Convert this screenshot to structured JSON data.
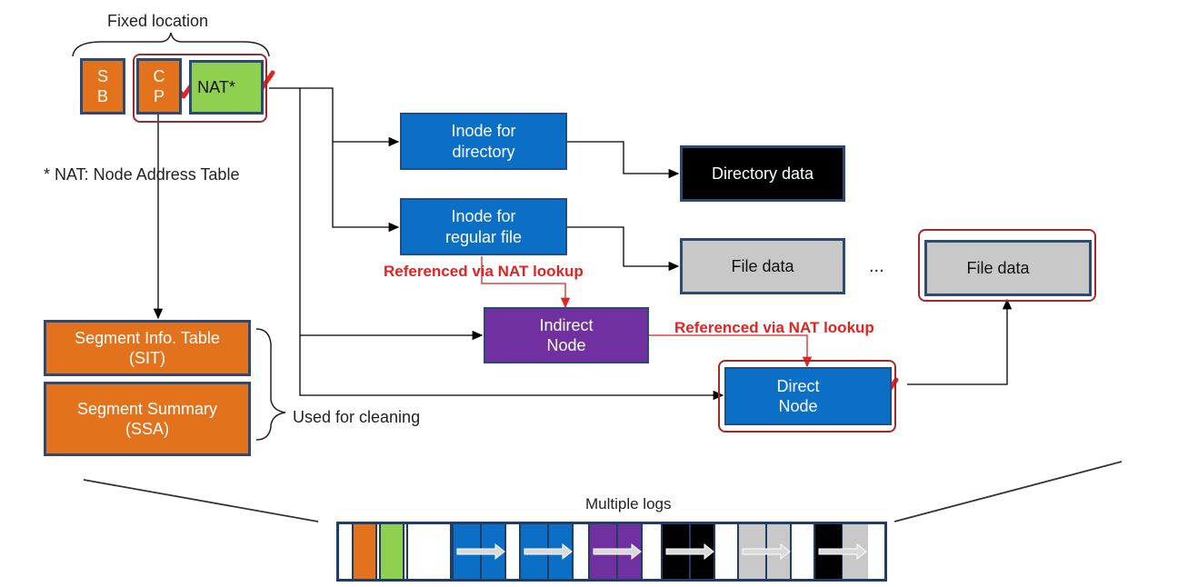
{
  "labels": {
    "fixed_location": "Fixed location",
    "sb": "S\nB",
    "cp": "C\nP",
    "nat": "NAT*",
    "nat_note": "* NAT: Node Address Table",
    "inode_dir": "Inode for\ndirectory",
    "directory_data": "Directory data",
    "inode_file": "Inode for\nregular file",
    "file_data_1": "File data",
    "ellipsis": "...",
    "file_data_2": "File data",
    "ref_nat_1": "Referenced via NAT lookup",
    "indirect_node": "Indirect\nNode",
    "ref_nat_2": "Referenced via NAT lookup",
    "direct_node": "Direct\nNode",
    "sit": "Segment  Info. Table\n(SIT)",
    "ssa": "Segment  Summary\n(SSA)",
    "used_for_cleaning": "Used  for cleaning",
    "multiple_logs": "Multiple logs"
  },
  "colors": {
    "blue": "#0b6fc6",
    "orange": "#e2731c",
    "green": "#8fd14f",
    "purple": "#7030a0",
    "black": "#000000",
    "gray": "#c8c8c8",
    "red": "#e32222"
  },
  "icons": [
    "checkmark-icon"
  ]
}
